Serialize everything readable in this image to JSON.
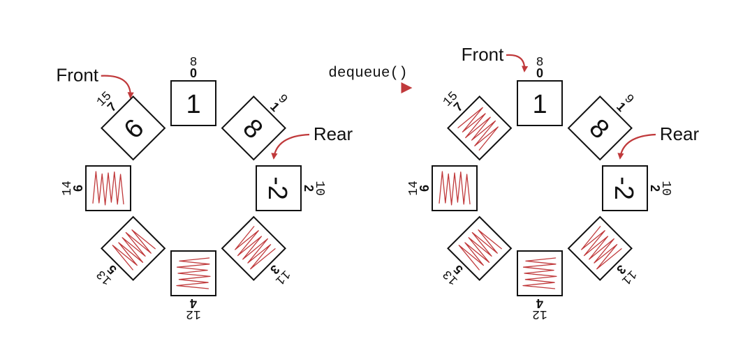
{
  "operation": {
    "label": "dequeue()"
  },
  "colors": {
    "accent": "#c0393b",
    "stroke": "#111111",
    "background": "#ffffff"
  },
  "panels": [
    {
      "id": "before",
      "front_label": "Front",
      "rear_label": "Rear",
      "front_slot": 7,
      "rear_slot": 2,
      "slots": [
        {
          "value": "1",
          "index": "0",
          "number": "8",
          "empty": false
        },
        {
          "value": "8",
          "index": "1",
          "number": "9",
          "empty": false
        },
        {
          "value": "-2",
          "index": "2",
          "number": "10",
          "empty": false
        },
        {
          "value": "",
          "index": "3",
          "number": "11",
          "empty": true
        },
        {
          "value": "",
          "index": "4",
          "number": "12",
          "empty": true
        },
        {
          "value": "",
          "index": "5",
          "number": "13",
          "empty": true
        },
        {
          "value": "",
          "index": "6",
          "number": "14",
          "empty": true
        },
        {
          "value": "6",
          "index": "7",
          "number": "15",
          "empty": false
        }
      ]
    },
    {
      "id": "after",
      "front_label": "Front",
      "rear_label": "Rear",
      "front_slot": 0,
      "rear_slot": 2,
      "slots": [
        {
          "value": "1",
          "index": "0",
          "number": "8",
          "empty": false
        },
        {
          "value": "8",
          "index": "1",
          "number": "9",
          "empty": false
        },
        {
          "value": "-2",
          "index": "2",
          "number": "10",
          "empty": false
        },
        {
          "value": "",
          "index": "3",
          "number": "11",
          "empty": true
        },
        {
          "value": "",
          "index": "4",
          "number": "12",
          "empty": true
        },
        {
          "value": "",
          "index": "5",
          "number": "13",
          "empty": true
        },
        {
          "value": "",
          "index": "6",
          "number": "14",
          "empty": true
        },
        {
          "value": "",
          "index": "7",
          "number": "15",
          "empty": true
        }
      ]
    }
  ]
}
